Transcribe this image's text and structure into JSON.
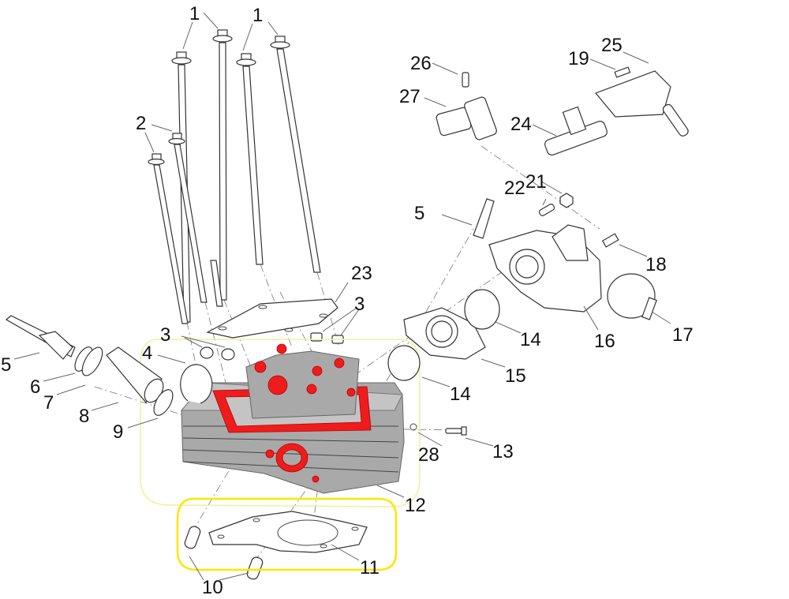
{
  "diagram": {
    "title": "Cylinder head exploded view",
    "callouts": [
      {
        "id": "c1a",
        "label": "1"
      },
      {
        "id": "c1b",
        "label": "1"
      },
      {
        "id": "c2",
        "label": "2"
      },
      {
        "id": "c3a",
        "label": "3"
      },
      {
        "id": "c3b",
        "label": "3"
      },
      {
        "id": "c4",
        "label": "4"
      },
      {
        "id": "c5a",
        "label": "5"
      },
      {
        "id": "c5b",
        "label": "5"
      },
      {
        "id": "c6",
        "label": "6"
      },
      {
        "id": "c7",
        "label": "7"
      },
      {
        "id": "c8",
        "label": "8"
      },
      {
        "id": "c9",
        "label": "9"
      },
      {
        "id": "c10",
        "label": "10"
      },
      {
        "id": "c11",
        "label": "11"
      },
      {
        "id": "c12",
        "label": "12"
      },
      {
        "id": "c13",
        "label": "13"
      },
      {
        "id": "c14a",
        "label": "14"
      },
      {
        "id": "c14b",
        "label": "14"
      },
      {
        "id": "c15",
        "label": "15"
      },
      {
        "id": "c16",
        "label": "16"
      },
      {
        "id": "c17",
        "label": "17"
      },
      {
        "id": "c18",
        "label": "18"
      },
      {
        "id": "c19",
        "label": "19"
      },
      {
        "id": "c21",
        "label": "21"
      },
      {
        "id": "c22",
        "label": "22"
      },
      {
        "id": "c23",
        "label": "23"
      },
      {
        "id": "c24",
        "label": "24"
      },
      {
        "id": "c25",
        "label": "25"
      },
      {
        "id": "c26",
        "label": "26"
      },
      {
        "id": "c27",
        "label": "27"
      },
      {
        "id": "c28",
        "label": "28"
      }
    ],
    "colors": {
      "highlight_red": "#ee1c1c",
      "highlight_yellow": "#ffe600",
      "casting_gray": "#a9a9a9"
    }
  }
}
